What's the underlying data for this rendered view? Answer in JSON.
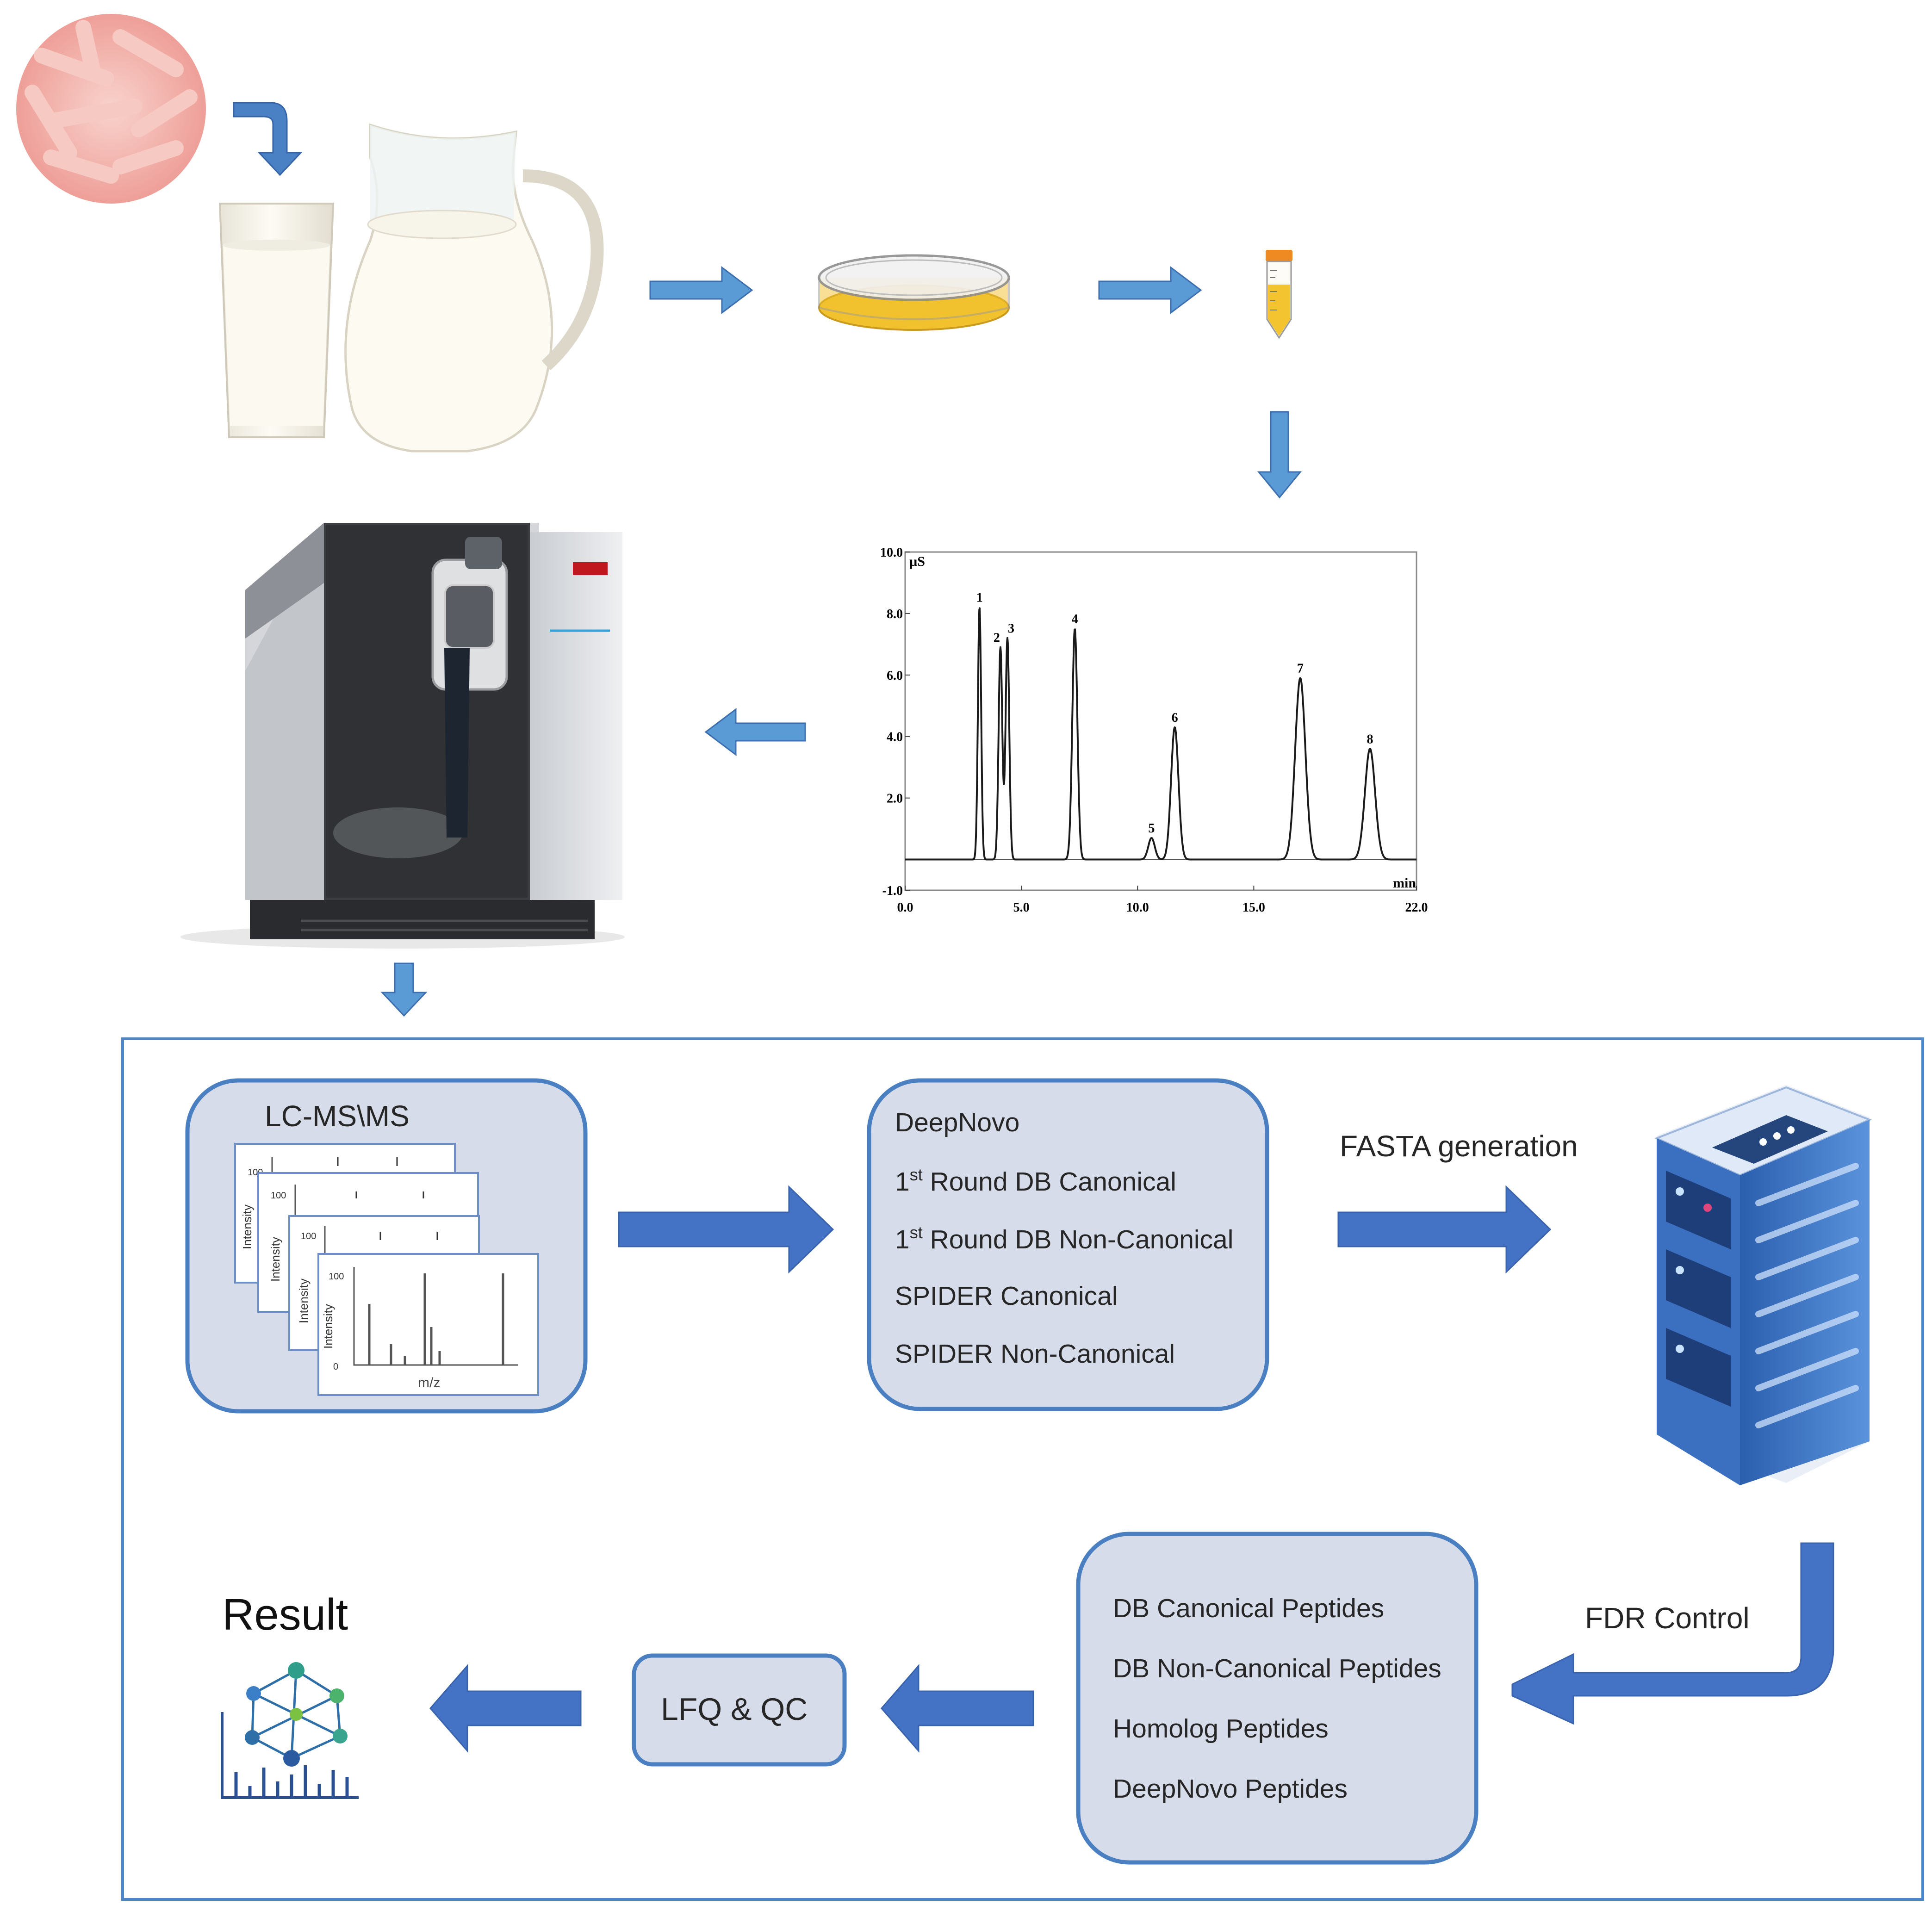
{
  "colors": {
    "arrow_light": "#5b9bd5",
    "arrow_dark": "#4472c4",
    "box_fill": "#d6dce9",
    "box_stroke": "#4a7fc1",
    "frame_stroke": "#4f86c6",
    "milk": "#fbf8ec",
    "petri_yellow": "#f2c12e",
    "tube_cap": "#ef8a22"
  },
  "chromatogram": {
    "y_unit": "µS",
    "x_unit": "min",
    "y_ticks": [
      "10.0",
      "8.0",
      "6.0",
      "4.0",
      "2.0",
      "-1.0"
    ],
    "x_ticks": [
      "0.0",
      "5.0",
      "10.0",
      "15.0",
      "22.0"
    ],
    "peak_labels": [
      "1",
      "2",
      "3",
      "4",
      "5",
      "6",
      "7",
      "8"
    ]
  },
  "chart_data": {
    "type": "line",
    "title": "",
    "xlabel": "min",
    "ylabel": "µS",
    "xlim": [
      0,
      22
    ],
    "ylim": [
      -1,
      10
    ],
    "baseline": 0,
    "peaks": [
      {
        "label": "1",
        "x": 3.2,
        "y": 8.2
      },
      {
        "label": "2",
        "x": 4.1,
        "y": 6.9
      },
      {
        "label": "3",
        "x": 4.4,
        "y": 7.2
      },
      {
        "label": "4",
        "x": 7.3,
        "y": 7.5
      },
      {
        "label": "5",
        "x": 10.6,
        "y": 0.7
      },
      {
        "label": "6",
        "x": 11.6,
        "y": 4.3
      },
      {
        "label": "7",
        "x": 17.0,
        "y": 5.9
      },
      {
        "label": "8",
        "x": 20.0,
        "y": 3.6
      }
    ]
  },
  "spectra": {
    "axis_max": "100",
    "ylabel": "Intensity",
    "xlabel": "m/z"
  },
  "workflow": {
    "lcms_title": "LC-MS\\MS",
    "search_steps": [
      {
        "text": "DeepNovo",
        "sup": ""
      },
      {
        "pre": "1",
        "sup": "st",
        "text": " Round DB Canonical"
      },
      {
        "pre": "1",
        "sup": "st",
        "text": " Round DB Non-Canonical"
      },
      {
        "text": "SPIDER Canonical",
        "sup": ""
      },
      {
        "text": "SPIDER Non-Canonical",
        "sup": ""
      }
    ],
    "fasta_label": "FASTA generation",
    "fdr_label": "FDR Control",
    "peptide_types": [
      "DB Canonical Peptides",
      "DB Non-Canonical Peptides",
      "Homolog Peptides",
      "DeepNovo Peptides"
    ],
    "lfq_label": "LFQ & QC",
    "result_label": "Result"
  }
}
